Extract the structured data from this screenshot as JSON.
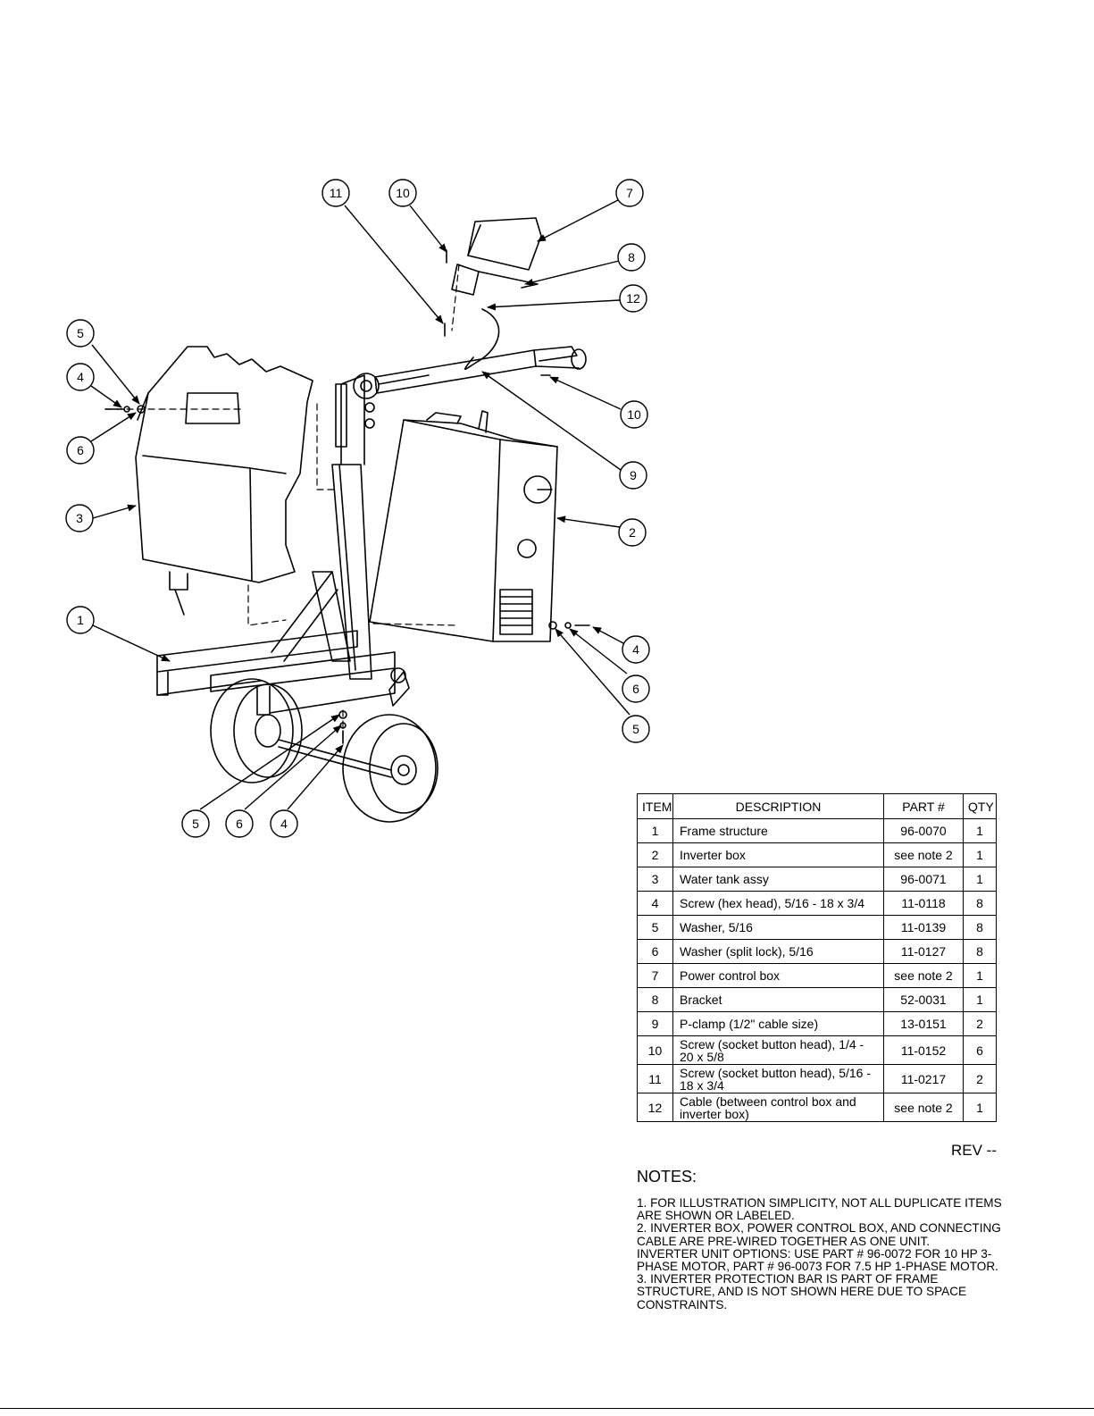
{
  "callouts": [
    "1",
    "2",
    "3",
    "4",
    "5",
    "6",
    "7",
    "8",
    "9",
    "10",
    "11",
    "12"
  ],
  "bom": {
    "headers": {
      "item": "ITEM",
      "description": "DESCRIPTION",
      "part": "PART #",
      "qty": "QTY"
    },
    "rows": [
      {
        "item": "1",
        "description": "Frame structure",
        "part": "96-0070",
        "qty": "1"
      },
      {
        "item": "2",
        "description": "Inverter box",
        "part": "see note 2",
        "qty": "1"
      },
      {
        "item": "3",
        "description": "Water tank assy",
        "part": "96-0071",
        "qty": "1"
      },
      {
        "item": "4",
        "description": "Screw (hex head), 5/16 - 18 x 3/4",
        "part": "11-0118",
        "qty": "8"
      },
      {
        "item": "5",
        "description": "Washer, 5/16",
        "part": "11-0139",
        "qty": "8"
      },
      {
        "item": "6",
        "description": "Washer (split lock), 5/16",
        "part": "11-0127",
        "qty": "8"
      },
      {
        "item": "7",
        "description": "Power control box",
        "part": "see note 2",
        "qty": "1"
      },
      {
        "item": "8",
        "description": "Bracket",
        "part": "52-0031",
        "qty": "1"
      },
      {
        "item": "9",
        "description": "P-clamp (1/2\" cable size)",
        "part": "13-0151",
        "qty": "2"
      },
      {
        "item": "10",
        "description": "Screw (socket button head), 1/4 - 20 x 5/8",
        "part": "11-0152",
        "qty": "6"
      },
      {
        "item": "11",
        "description": "Screw (socket button head), 5/16 - 18 x 3/4",
        "part": "11-0217",
        "qty": "2"
      },
      {
        "item": "12",
        "description": "Cable (between control box and inverter box)",
        "part": "see note 2",
        "qty": "1"
      }
    ]
  },
  "rev": "REV --",
  "notes": {
    "heading": "NOTES:",
    "items": [
      "1.  FOR ILLUSTRATION SIMPLICITY, NOT ALL DUPLICATE ITEMS ARE SHOWN OR LABELED.",
      "2.  INVERTER BOX, POWER CONTROL BOX, AND CONNECTING CABLE ARE PRE-WIRED TOGETHER AS ONE UNIT.",
      "INVERTER UNIT OPTIONS:  USE PART # 96-0072 FOR 10 HP 3-PHASE MOTOR,   PART # 96-0073 FOR 7.5 HP 1-PHASE MOTOR.",
      "3.  INVERTER PROTECTION BAR IS PART OF FRAME STRUCTURE, AND IS NOT SHOWN HERE DUE TO SPACE CONSTRAINTS."
    ]
  }
}
